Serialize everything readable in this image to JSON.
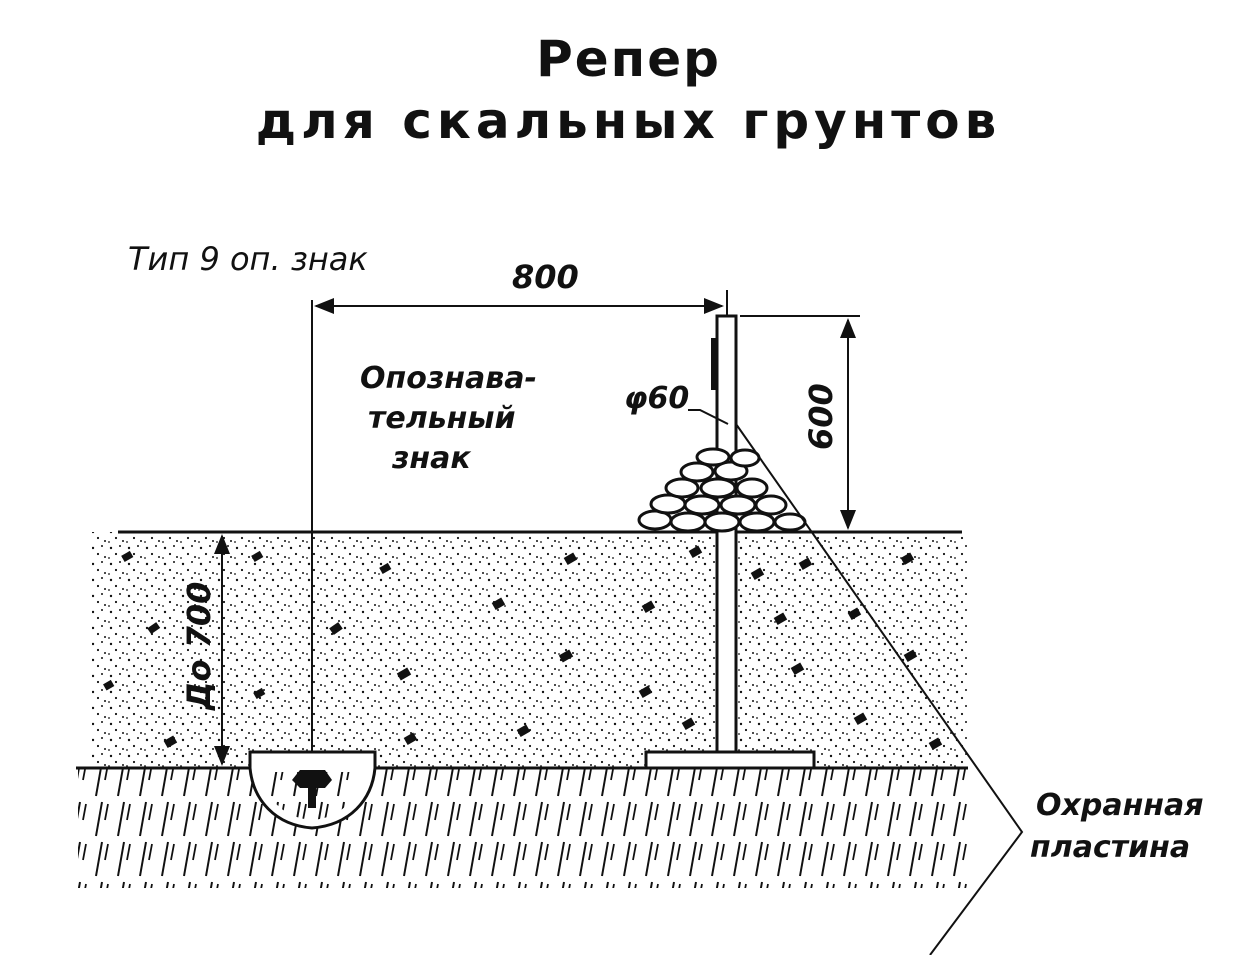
{
  "title": {
    "line1": "Репер",
    "line2": "для скальных грунтов"
  },
  "labels": {
    "type_label": "Тип 9 оп. знак",
    "dim_width": "800",
    "dim_height": "600",
    "dim_depth": "До 700",
    "diameter": "φ60",
    "sign_line1": "Опознава-",
    "sign_line2": "тельный",
    "sign_line3": "знак",
    "plate_line1": "Охранная",
    "plate_line2": "пластина"
  },
  "colors": {
    "ink": "#111111",
    "paper": "#ffffff"
  }
}
